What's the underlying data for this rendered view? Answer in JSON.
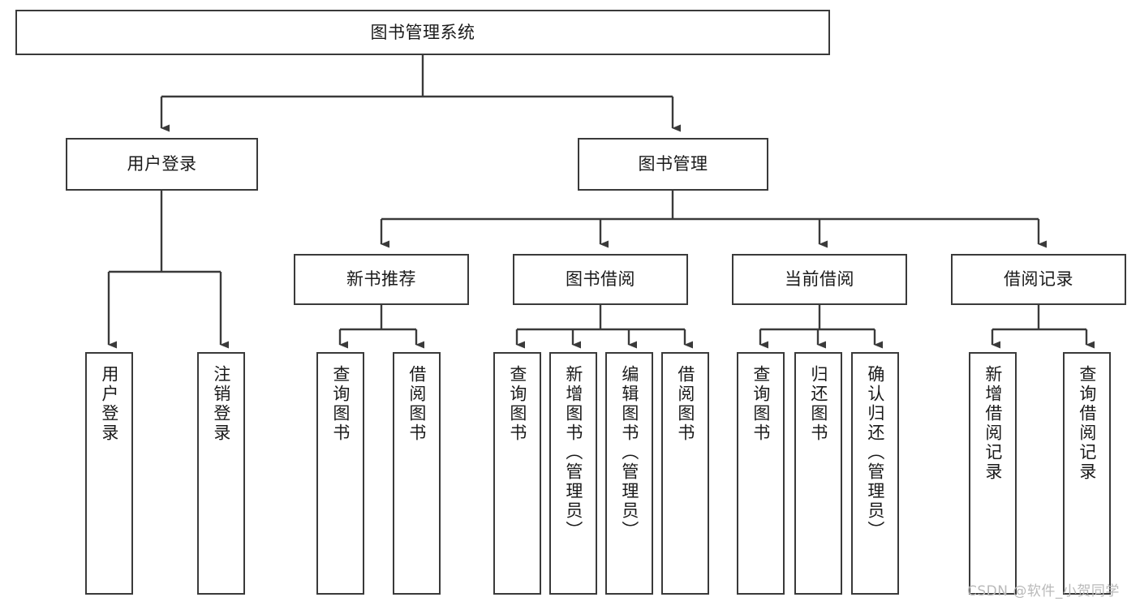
{
  "diagram": {
    "title": "图书管理系统",
    "type": "hierarchy-tree",
    "watermark": "CSDN @软件_小贺同学",
    "colors": {
      "stroke": "#3a3a3a",
      "fill": "#ffffff",
      "text": "#1a1a1a",
      "watermark": "#b9b9b9"
    },
    "nodes": {
      "root": {
        "label": "图书管理系统"
      },
      "level2": [
        {
          "label": "用户登录"
        },
        {
          "label": "图书管理"
        }
      ],
      "level3": [
        {
          "label": "新书推荐"
        },
        {
          "label": "图书借阅"
        },
        {
          "label": "当前借阅"
        },
        {
          "label": "借阅记录"
        }
      ],
      "leaves_user_login": [
        {
          "label": "用户登录"
        },
        {
          "label": "注销登录"
        }
      ],
      "leaves_new_book": [
        {
          "label": "查询图书"
        },
        {
          "label": "借阅图书"
        }
      ],
      "leaves_borrow": [
        {
          "label": "查询图书"
        },
        {
          "label": "新增图书（管理员）"
        },
        {
          "label": "编辑图书（管理员）"
        },
        {
          "label": "借阅图书"
        }
      ],
      "leaves_current": [
        {
          "label": "查询图书"
        },
        {
          "label": "归还图书"
        },
        {
          "label": "确认归还（管理员）"
        }
      ],
      "leaves_records": [
        {
          "label": "新增借阅记录"
        },
        {
          "label": "查询借阅记录"
        }
      ]
    }
  }
}
